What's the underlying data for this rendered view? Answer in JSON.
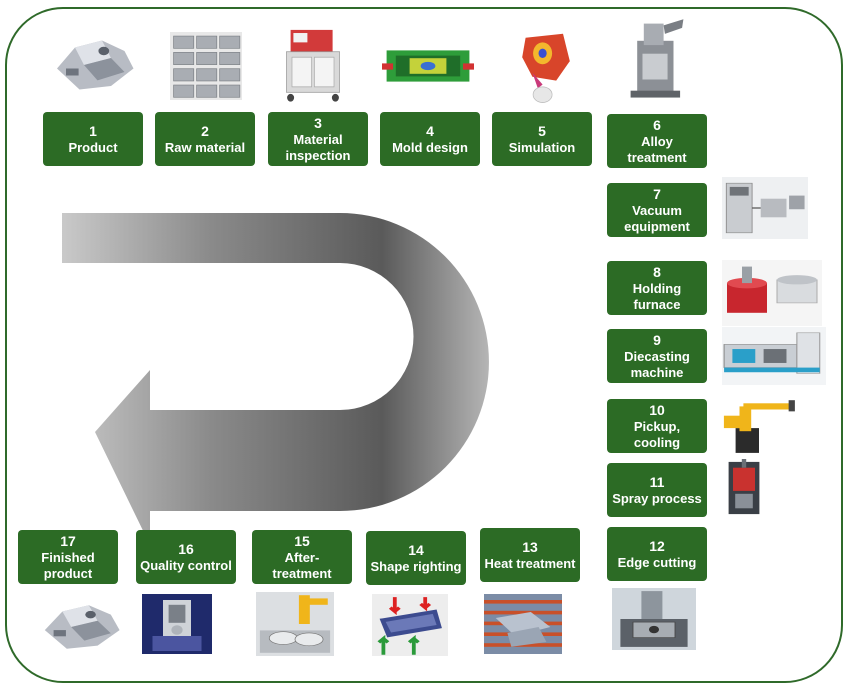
{
  "steps": [
    {
      "num": "1",
      "label": "Product",
      "icon": "product-casting-icon"
    },
    {
      "num": "2",
      "label": "Raw material",
      "icon": "raw-material-ingots-icon"
    },
    {
      "num": "3",
      "label": "Material inspection",
      "icon": "inspection-machine-icon"
    },
    {
      "num": "4",
      "label": "Mold design",
      "icon": "mold-design-icon"
    },
    {
      "num": "5",
      "label": "Simulation",
      "icon": "simulation-icon"
    },
    {
      "num": "6",
      "label": "Alloy treatment",
      "icon": "alloy-treatment-icon"
    },
    {
      "num": "7",
      "label": "Vacuum equipment",
      "icon": "vacuum-equipment-icon"
    },
    {
      "num": "8",
      "label": "Holding furnace",
      "icon": "holding-furnace-icon"
    },
    {
      "num": "9",
      "label": "Diecasting machine",
      "icon": "diecasting-machine-icon"
    },
    {
      "num": "10",
      "label": "Pickup, cooling",
      "icon": "pickup-robot-icon"
    },
    {
      "num": "11",
      "label": "Spray process",
      "icon": "spray-machine-icon"
    },
    {
      "num": "12",
      "label": "Edge cutting",
      "icon": "edge-cutting-icon"
    },
    {
      "num": "13",
      "label": "Heat treatment",
      "icon": "heat-treatment-icon"
    },
    {
      "num": "14",
      "label": "Shape righting",
      "icon": "shape-righting-icon"
    },
    {
      "num": "15",
      "label": "After-treatment",
      "icon": "after-treatment-icon"
    },
    {
      "num": "16",
      "label": "Quality control",
      "icon": "quality-control-icon"
    },
    {
      "num": "17",
      "label": "Finished product",
      "icon": "finished-product-icon"
    }
  ],
  "colors": {
    "box": "#2c6b25",
    "border": "#2f6a2a",
    "text": "#ffffff"
  },
  "flow_arrow": "u-turn-arrow-icon"
}
